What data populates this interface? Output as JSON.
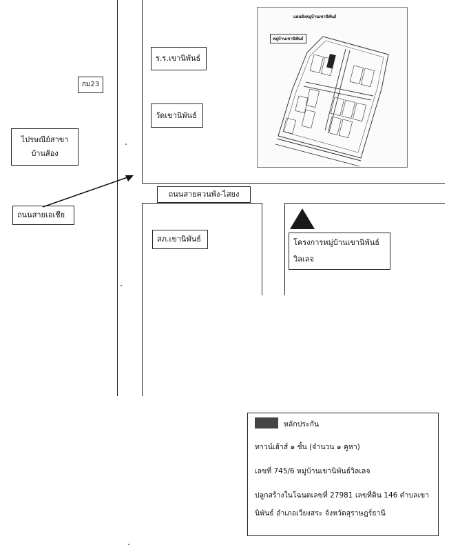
{
  "map": {
    "labels": {
      "km23": "กม23",
      "post_office": [
        "ไปรษณีย์สาขา",
        "บ้านส้อง"
      ],
      "asia_road": "ถนนสายเอเชีย",
      "school": "ร.ร.เขานิพันธ์",
      "temple": "วัดเขานิพันธ์",
      "police_station": "สภ.เขานิพันธ์",
      "main_road": "ถนนสายควนพัง-ไสยง",
      "project": [
        "โครงการหมู่บ้านเขานิพันธ์",
        "วิลเลจ"
      ]
    },
    "inset": {
      "title": "แผนผังหมู่บ้านเขานิพันธ์",
      "tag": "หมู่บ้านเขานิพันธ์"
    }
  },
  "legend": {
    "swatch_label": "หลักประกัน",
    "lines": [
      "ทาวน์เฮ้าส์ ๑ ชั้น (จำนวน ๑ คูหา)",
      "เลขที่ 745/6 หมู่บ้านเขานิพันธ์วิลเลจ",
      "ปลูกสร้างในโฉนดเลขที่ 27981  เลขที่ดิน 146 ตำบลเขา",
      "นิพันธ์ อำเภอเวียงสระ  จังหวัดสุราษฎร์ธานี"
    ]
  },
  "colors": {
    "line": "#222222",
    "marker": "#1a1a1a",
    "collateral_swatch": "#444444"
  }
}
